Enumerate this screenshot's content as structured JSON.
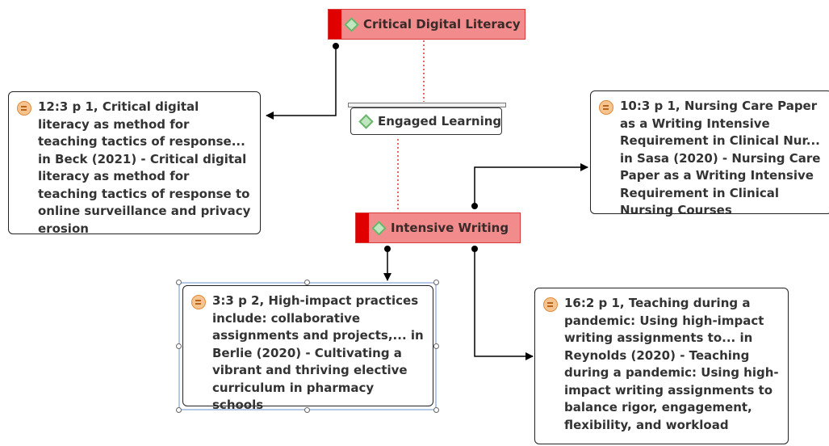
{
  "colors": {
    "code_fill": "#f28b8b",
    "code_bar": "#e00000",
    "link_dotted": "#e03030",
    "connector": "#000000",
    "selection": "#b5c8e6"
  },
  "codes": {
    "critical_digital_literacy": "Critical Digital Literacy",
    "intensive_writing": "Intensive Writing"
  },
  "groups": {
    "engaged_learning": "Engaged Learning"
  },
  "quotations": {
    "q_12_3": "12:3 p 1, Critical digital literacy as method for teaching tactics of response... in Beck (2021) - Critical digital literacy as method for teaching tactics of response to online surveillance and privacy erosion",
    "q_10_3": "10:3 p 1, Nursing Care Paper as a Writing Intensive Requirement in Clinical  Nur... in Sasa (2020) - Nursing Care Paper as a Writing Intensive Requirement in Clinical Nursing Courses",
    "q_3_3": "3:3 p 2, High-impact practices include: collaborative assignments and projects,... in Berlie (2020) - Cultivating a vibrant and thriving elective curriculum in pharmacy schools",
    "q_16_2": "16:2 p 1, Teaching during a pandemic: Using high-impact writing   assignments to... in Reynolds (2020) - Teaching during a pandemic: Using high-impact writing assignments to balance rigor, engagement, flexibility, and workload"
  },
  "icons": {
    "code": "diamond-icon",
    "quotation": "quotation-icon"
  }
}
